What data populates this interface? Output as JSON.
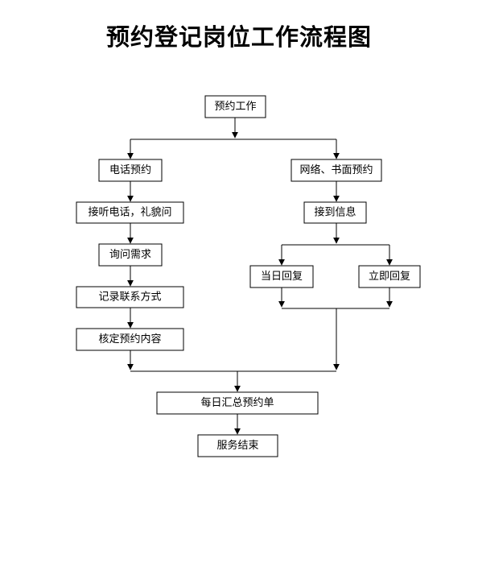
{
  "title": "预约登记岗位工作流程图",
  "nodes": {
    "start": "预约工作",
    "phone": "电话预约",
    "online": "网络、书面预约",
    "answer": "接听电话，礼貌问",
    "receive": "接到信息",
    "inquire": "询问需求",
    "reply_same_day": "当日回复",
    "reply_immediate": "立即回复",
    "record": "记录联系方式",
    "confirm": "核定预约内容",
    "summary": "每日汇总预约单",
    "end": "服务结束"
  }
}
